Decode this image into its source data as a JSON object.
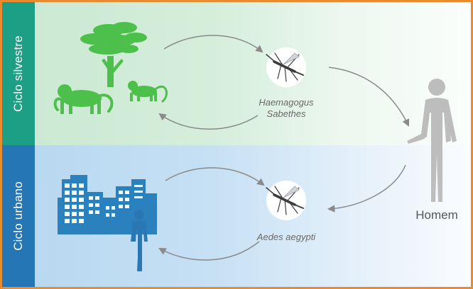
{
  "cycles": {
    "sylvan": {
      "label": "Ciclo silvestre",
      "vector_line1": "Haemagogus",
      "vector_line2": "Sabethes"
    },
    "urban": {
      "label": "Ciclo urbano",
      "vector": "Aedes aegypti"
    }
  },
  "host": {
    "label": "Homem"
  },
  "colors": {
    "frame": "#e98b2e",
    "sylvan_tab": "#1d9f86",
    "urban_tab": "#2477b4",
    "sylvan_icons": "#4cc04a",
    "urban_icons": "#2b80be",
    "human": "#bdbdbd",
    "arrows": "#8a8a8a"
  },
  "icons": [
    "tree-icon",
    "monkey-icon",
    "mosquito-icon",
    "city-icon",
    "person-icon",
    "human-silhouette-icon"
  ]
}
